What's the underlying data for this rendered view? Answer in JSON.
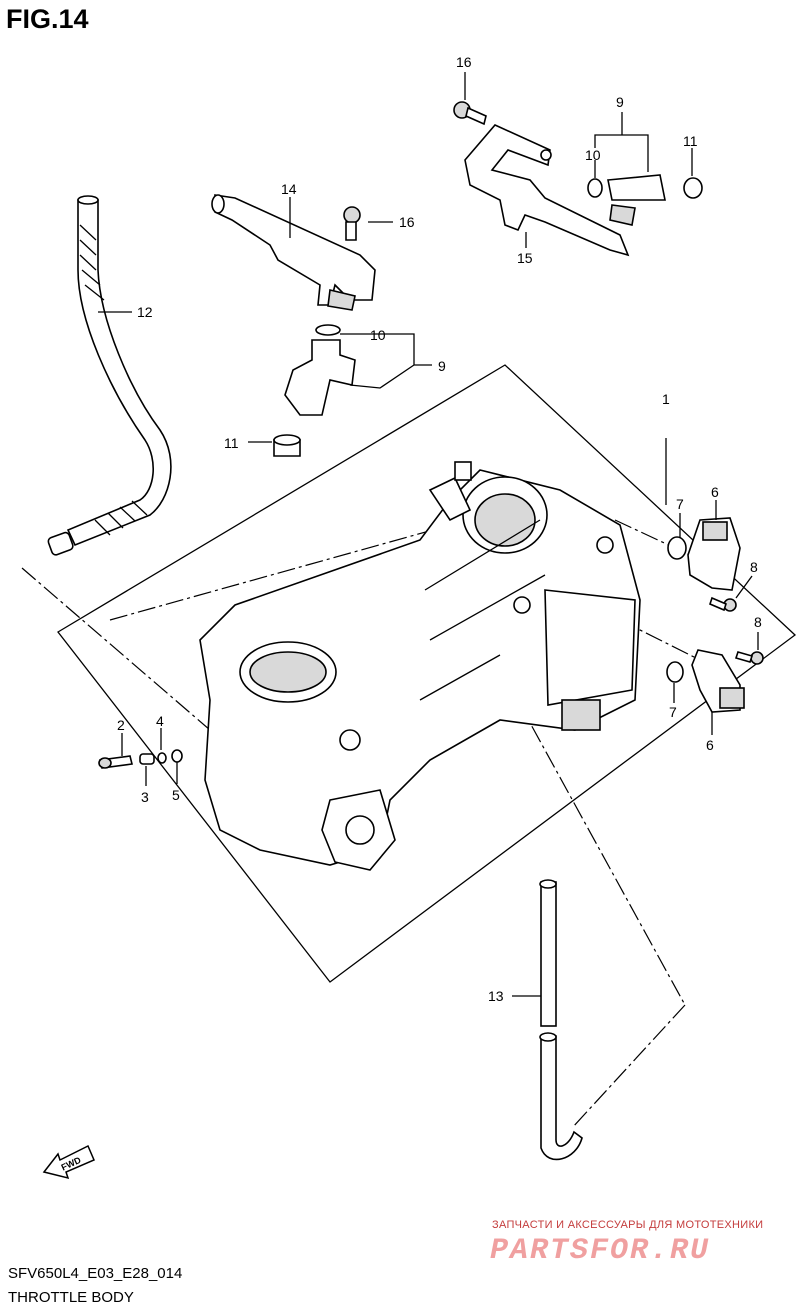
{
  "figure": {
    "title": "FIG.14"
  },
  "footer": {
    "code": "SFV650L4_E03_E28_014",
    "name": "THROTTLE BODY"
  },
  "watermark": {
    "caption": "ЗАПЧАСТИ И АКСЕССУАРЫ ДЛЯ МОТОТЕХНИКИ",
    "brand": "PARTSFOR.RU"
  },
  "fwd_label": "FWD",
  "callouts": {
    "c16a": "16",
    "c9a": "9",
    "c10a": "10",
    "c11a": "11",
    "c14": "14",
    "c16b": "16",
    "c15": "15",
    "c12": "12",
    "c10b": "10",
    "c9b": "9",
    "c11b": "11",
    "c1": "1",
    "c7a": "7",
    "c6a": "6",
    "c8a": "8",
    "c8b": "8",
    "c7b": "7",
    "c6b": "6",
    "c2": "2",
    "c4": "4",
    "c3": "3",
    "c5": "5",
    "c13": "13"
  }
}
